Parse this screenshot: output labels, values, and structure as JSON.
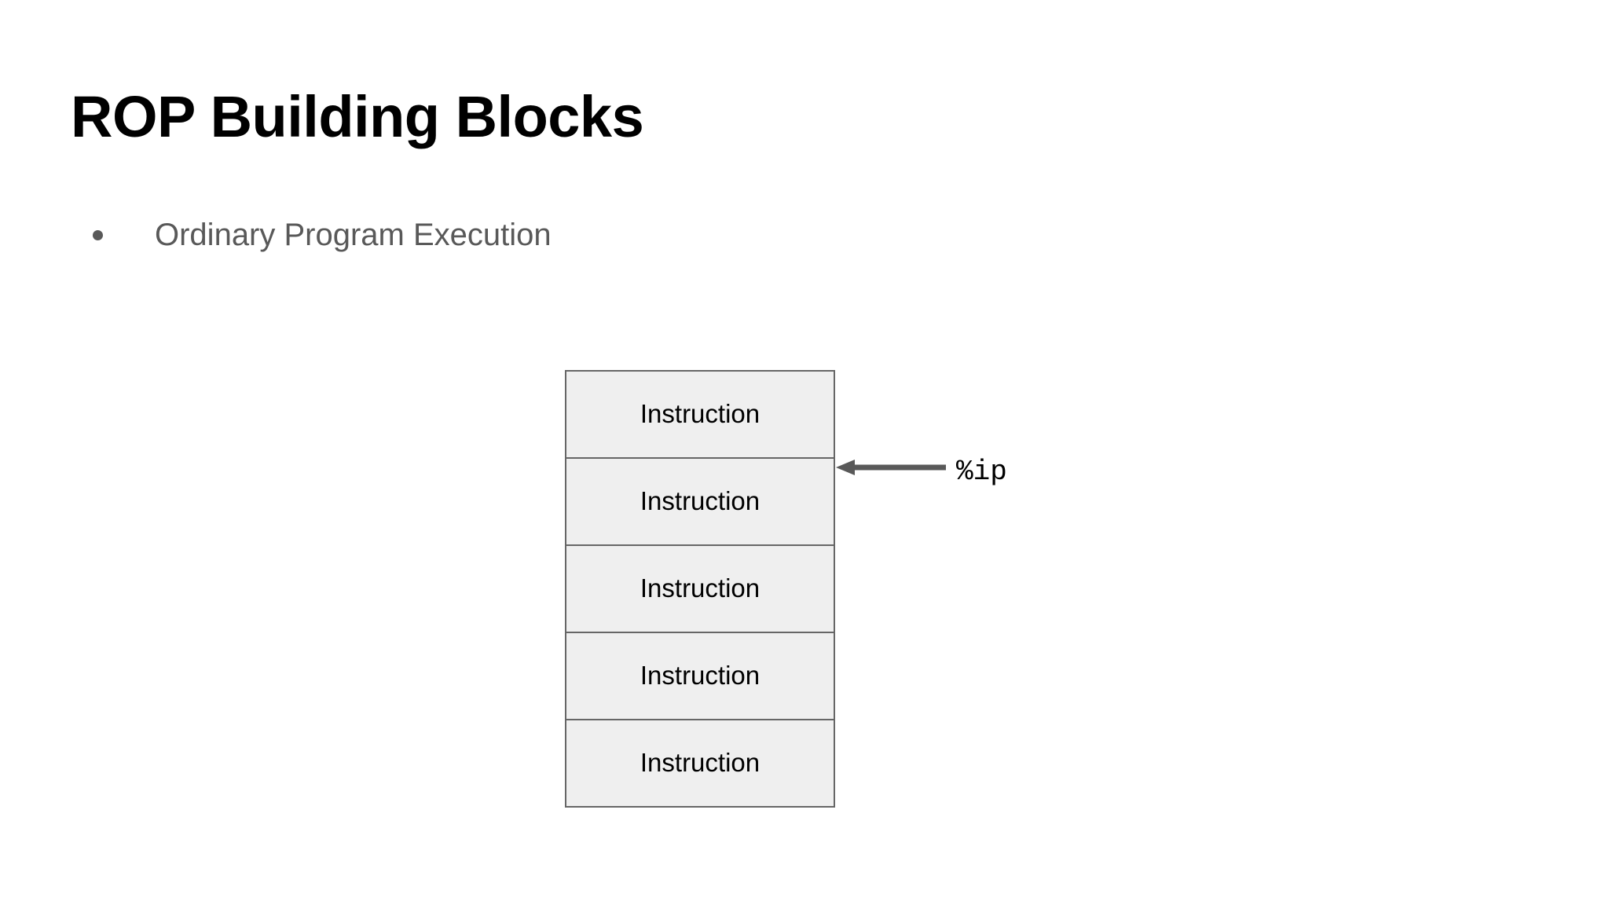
{
  "slide": {
    "title": "ROP Building Blocks",
    "background_color": "#ffffff",
    "bullets": [
      {
        "text": "Ordinary Program Execution",
        "marker": "filled-circle",
        "color": "#595959"
      }
    ],
    "diagram": {
      "name": "instruction-stack",
      "box_fill_color": "#efefef",
      "box_border_color": "#666666",
      "cells": [
        {
          "label": "Instruction"
        },
        {
          "label": "Instruction"
        },
        {
          "label": "Instruction"
        },
        {
          "label": "Instruction"
        },
        {
          "label": "Instruction"
        }
      ],
      "pointer": {
        "label": "%ip",
        "direction": "left",
        "color": "#595959",
        "points_to_cell_index": 1
      }
    }
  }
}
